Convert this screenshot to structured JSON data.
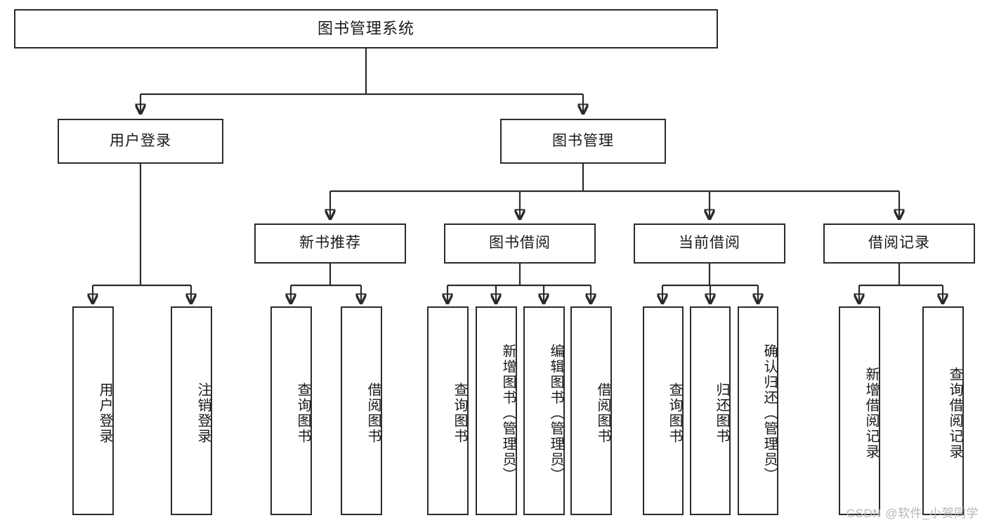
{
  "diagram": {
    "title": "图书管理系统",
    "watermark": "CSDN @软件_小贺同学",
    "levels": {
      "root": {
        "label": "图书管理系统"
      },
      "level2": [
        {
          "label": "用户登录"
        },
        {
          "label": "图书管理"
        }
      ],
      "level3": [
        {
          "label": "新书推荐"
        },
        {
          "label": "图书借阅"
        },
        {
          "label": "当前借阅"
        },
        {
          "label": "借阅记录"
        }
      ],
      "leaves": {
        "user_login": [
          {
            "label": "用户登录"
          },
          {
            "label": "注销登录"
          }
        ],
        "new_book": [
          {
            "label": "查询图书"
          },
          {
            "label": "借阅图书"
          }
        ],
        "book_borrow": [
          {
            "label": "查询图书"
          },
          {
            "label": "新增图书（管理员）"
          },
          {
            "label": "编辑图书（管理员）"
          },
          {
            "label": "借阅图书"
          }
        ],
        "current_borrow": [
          {
            "label": "查询图书"
          },
          {
            "label": "归还图书"
          },
          {
            "label": "确认归还（管理员）"
          }
        ],
        "borrow_record": [
          {
            "label": "新增借阅记录"
          },
          {
            "label": "查询借阅记录"
          }
        ]
      }
    },
    "colors": {
      "stroke": "#2b2b2b",
      "fill": "#ffffff",
      "text": "#1a1a1a",
      "watermark": "#b6b6b6"
    }
  }
}
